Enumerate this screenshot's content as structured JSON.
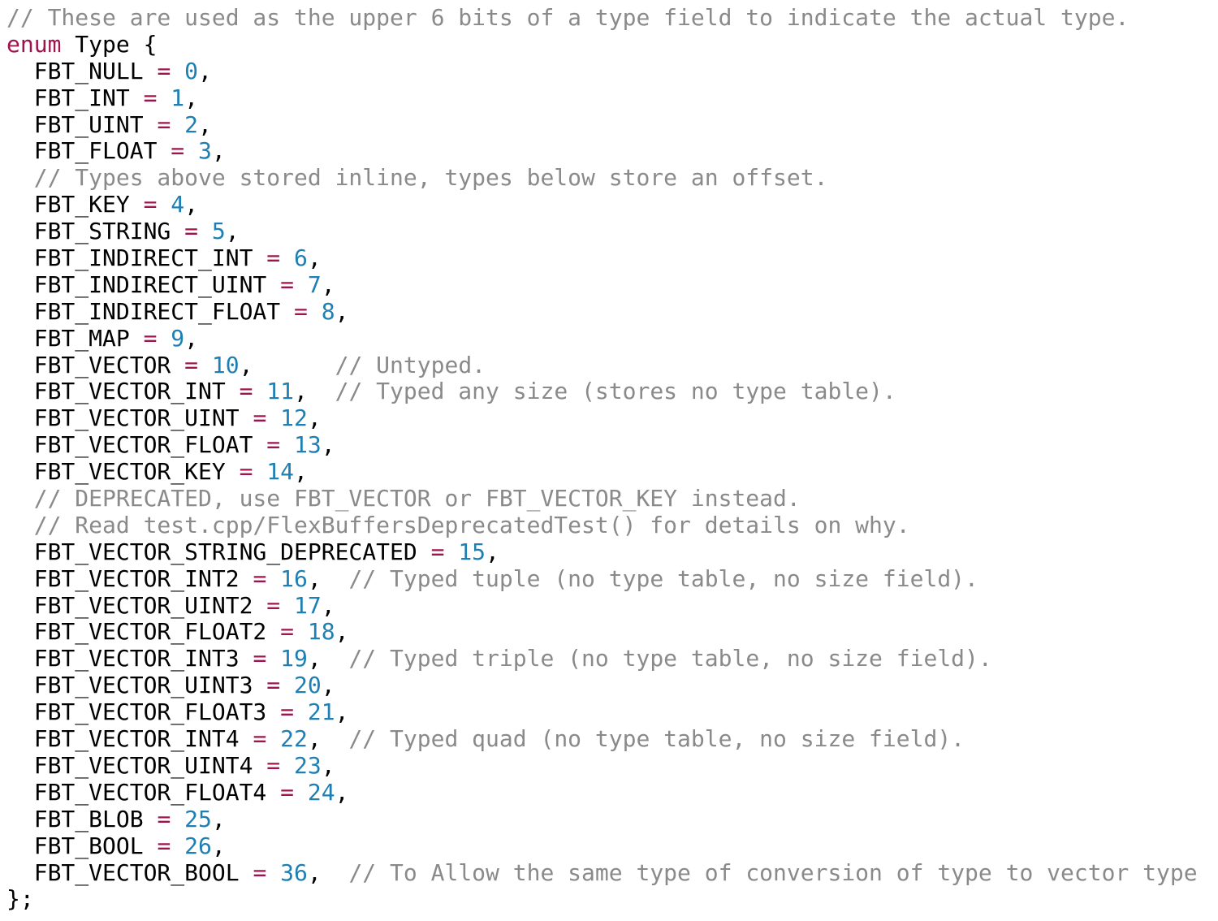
{
  "colors": {
    "comment": "#8a8a8a",
    "keyword": "#a0144e",
    "number": "#1e7fb3",
    "text": "#000000",
    "background": "#ffffff"
  },
  "lines": [
    [
      [
        "c",
        "// These are used as the upper 6 bits of a type field to indicate the actual type."
      ]
    ],
    [
      [
        "k",
        "enum"
      ],
      [
        "i",
        " Type {"
      ]
    ],
    [
      [
        "i",
        "  FBT_NULL "
      ],
      [
        "o",
        "="
      ],
      [
        "i",
        " "
      ],
      [
        "n",
        "0"
      ],
      [
        "p",
        ","
      ]
    ],
    [
      [
        "i",
        "  FBT_INT "
      ],
      [
        "o",
        "="
      ],
      [
        "i",
        " "
      ],
      [
        "n",
        "1"
      ],
      [
        "p",
        ","
      ]
    ],
    [
      [
        "i",
        "  FBT_UINT "
      ],
      [
        "o",
        "="
      ],
      [
        "i",
        " "
      ],
      [
        "n",
        "2"
      ],
      [
        "p",
        ","
      ]
    ],
    [
      [
        "i",
        "  FBT_FLOAT "
      ],
      [
        "o",
        "="
      ],
      [
        "i",
        " "
      ],
      [
        "n",
        "3"
      ],
      [
        "p",
        ","
      ]
    ],
    [
      [
        "c",
        "  // Types above stored inline, types below store an offset."
      ]
    ],
    [
      [
        "i",
        "  FBT_KEY "
      ],
      [
        "o",
        "="
      ],
      [
        "i",
        " "
      ],
      [
        "n",
        "4"
      ],
      [
        "p",
        ","
      ]
    ],
    [
      [
        "i",
        "  FBT_STRING "
      ],
      [
        "o",
        "="
      ],
      [
        "i",
        " "
      ],
      [
        "n",
        "5"
      ],
      [
        "p",
        ","
      ]
    ],
    [
      [
        "i",
        "  FBT_INDIRECT_INT "
      ],
      [
        "o",
        "="
      ],
      [
        "i",
        " "
      ],
      [
        "n",
        "6"
      ],
      [
        "p",
        ","
      ]
    ],
    [
      [
        "i",
        "  FBT_INDIRECT_UINT "
      ],
      [
        "o",
        "="
      ],
      [
        "i",
        " "
      ],
      [
        "n",
        "7"
      ],
      [
        "p",
        ","
      ]
    ],
    [
      [
        "i",
        "  FBT_INDIRECT_FLOAT "
      ],
      [
        "o",
        "="
      ],
      [
        "i",
        " "
      ],
      [
        "n",
        "8"
      ],
      [
        "p",
        ","
      ]
    ],
    [
      [
        "i",
        "  FBT_MAP "
      ],
      [
        "o",
        "="
      ],
      [
        "i",
        " "
      ],
      [
        "n",
        "9"
      ],
      [
        "p",
        ","
      ]
    ],
    [
      [
        "i",
        "  FBT_VECTOR "
      ],
      [
        "o",
        "="
      ],
      [
        "i",
        " "
      ],
      [
        "n",
        "10"
      ],
      [
        "p",
        ",      "
      ],
      [
        "c",
        "// Untyped."
      ]
    ],
    [
      [
        "i",
        "  FBT_VECTOR_INT "
      ],
      [
        "o",
        "="
      ],
      [
        "i",
        " "
      ],
      [
        "n",
        "11"
      ],
      [
        "p",
        ",  "
      ],
      [
        "c",
        "// Typed any size (stores no type table)."
      ]
    ],
    [
      [
        "i",
        "  FBT_VECTOR_UINT "
      ],
      [
        "o",
        "="
      ],
      [
        "i",
        " "
      ],
      [
        "n",
        "12"
      ],
      [
        "p",
        ","
      ]
    ],
    [
      [
        "i",
        "  FBT_VECTOR_FLOAT "
      ],
      [
        "o",
        "="
      ],
      [
        "i",
        " "
      ],
      [
        "n",
        "13"
      ],
      [
        "p",
        ","
      ]
    ],
    [
      [
        "i",
        "  FBT_VECTOR_KEY "
      ],
      [
        "o",
        "="
      ],
      [
        "i",
        " "
      ],
      [
        "n",
        "14"
      ],
      [
        "p",
        ","
      ]
    ],
    [
      [
        "c",
        "  // DEPRECATED, use FBT_VECTOR or FBT_VECTOR_KEY instead."
      ]
    ],
    [
      [
        "c",
        "  // Read test.cpp/FlexBuffersDeprecatedTest() for details on why."
      ]
    ],
    [
      [
        "i",
        "  FBT_VECTOR_STRING_DEPRECATED "
      ],
      [
        "o",
        "="
      ],
      [
        "i",
        " "
      ],
      [
        "n",
        "15"
      ],
      [
        "p",
        ","
      ]
    ],
    [
      [
        "i",
        "  FBT_VECTOR_INT2 "
      ],
      [
        "o",
        "="
      ],
      [
        "i",
        " "
      ],
      [
        "n",
        "16"
      ],
      [
        "p",
        ",  "
      ],
      [
        "c",
        "// Typed tuple (no type table, no size field)."
      ]
    ],
    [
      [
        "i",
        "  FBT_VECTOR_UINT2 "
      ],
      [
        "o",
        "="
      ],
      [
        "i",
        " "
      ],
      [
        "n",
        "17"
      ],
      [
        "p",
        ","
      ]
    ],
    [
      [
        "i",
        "  FBT_VECTOR_FLOAT2 "
      ],
      [
        "o",
        "="
      ],
      [
        "i",
        " "
      ],
      [
        "n",
        "18"
      ],
      [
        "p",
        ","
      ]
    ],
    [
      [
        "i",
        "  FBT_VECTOR_INT3 "
      ],
      [
        "o",
        "="
      ],
      [
        "i",
        " "
      ],
      [
        "n",
        "19"
      ],
      [
        "p",
        ",  "
      ],
      [
        "c",
        "// Typed triple (no type table, no size field)."
      ]
    ],
    [
      [
        "i",
        "  FBT_VECTOR_UINT3 "
      ],
      [
        "o",
        "="
      ],
      [
        "i",
        " "
      ],
      [
        "n",
        "20"
      ],
      [
        "p",
        ","
      ]
    ],
    [
      [
        "i",
        "  FBT_VECTOR_FLOAT3 "
      ],
      [
        "o",
        "="
      ],
      [
        "i",
        " "
      ],
      [
        "n",
        "21"
      ],
      [
        "p",
        ","
      ]
    ],
    [
      [
        "i",
        "  FBT_VECTOR_INT4 "
      ],
      [
        "o",
        "="
      ],
      [
        "i",
        " "
      ],
      [
        "n",
        "22"
      ],
      [
        "p",
        ",  "
      ],
      [
        "c",
        "// Typed quad (no type table, no size field)."
      ]
    ],
    [
      [
        "i",
        "  FBT_VECTOR_UINT4 "
      ],
      [
        "o",
        "="
      ],
      [
        "i",
        " "
      ],
      [
        "n",
        "23"
      ],
      [
        "p",
        ","
      ]
    ],
    [
      [
        "i",
        "  FBT_VECTOR_FLOAT4 "
      ],
      [
        "o",
        "="
      ],
      [
        "i",
        " "
      ],
      [
        "n",
        "24"
      ],
      [
        "p",
        ","
      ]
    ],
    [
      [
        "i",
        "  FBT_BLOB "
      ],
      [
        "o",
        "="
      ],
      [
        "i",
        " "
      ],
      [
        "n",
        "25"
      ],
      [
        "p",
        ","
      ]
    ],
    [
      [
        "i",
        "  FBT_BOOL "
      ],
      [
        "o",
        "="
      ],
      [
        "i",
        " "
      ],
      [
        "n",
        "26"
      ],
      [
        "p",
        ","
      ]
    ],
    [
      [
        "i",
        "  FBT_VECTOR_BOOL "
      ],
      [
        "o",
        "="
      ],
      [
        "i",
        " "
      ],
      [
        "n",
        "36"
      ],
      [
        "p",
        ",  "
      ],
      [
        "c",
        "// To Allow the same type of conversion of type to vector type"
      ]
    ],
    [
      [
        "i",
        "};"
      ]
    ]
  ]
}
